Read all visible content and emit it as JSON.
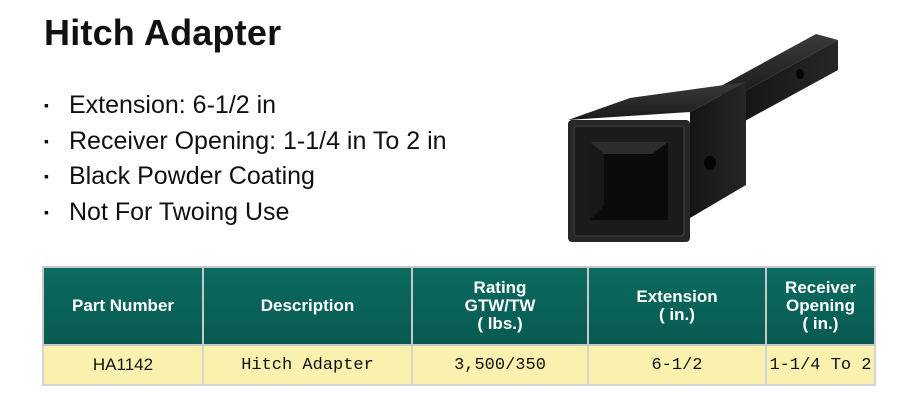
{
  "title": "Hitch Adapter",
  "features": [
    "Extension: 6-1/2 in",
    "Receiver Opening: 1-1/4 in To 2 in",
    "Black Powder Coating",
    "Not For Twoing Use"
  ],
  "bullet_char": "▪",
  "colors": {
    "header_bg": "#0b6a5e",
    "row_bg": "#fbf1ae",
    "product": "#111111"
  },
  "table": {
    "headers": {
      "part_number": "Part Number",
      "description": "Description",
      "rating_l1": "Rating",
      "rating_l2": "GTW/TW",
      "rating_l3": "( lbs.)",
      "extension_l1": "Extension",
      "extension_l2": "( in.)",
      "receiver_l1": "Receiver",
      "receiver_l2": "Opening",
      "receiver_l3": "( in.)"
    },
    "row": {
      "part_number": "HA1142",
      "description": "Hitch Adapter",
      "rating": "3,500/350",
      "extension": "6-1/2",
      "receiver_opening": "1-1/4 To 2"
    }
  }
}
